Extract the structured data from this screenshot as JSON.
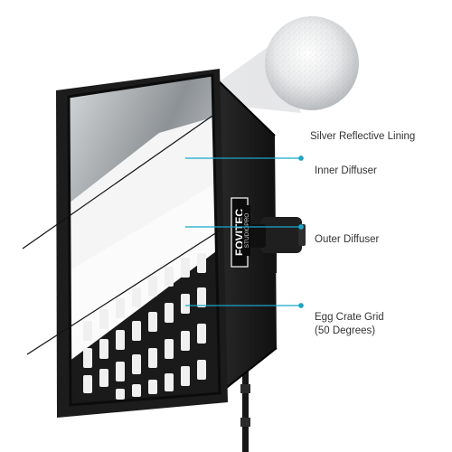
{
  "brand": {
    "name": "FOVITEC",
    "subtitle": "STUDIOPRO"
  },
  "callouts": {
    "silver_lining": "Silver Reflective Lining",
    "inner_diffuser": "Inner Diffuser",
    "outer_diffuser": "Outer Diffuser",
    "egg_crate_line1": "Egg Crate Grid",
    "egg_crate_line2": "(50 Degrees)"
  },
  "colors": {
    "leader": "#1aa6c8",
    "frame": "#1c1c1c",
    "silver": "#bfc3c6",
    "diffuser": "#fafafa",
    "grid": "#151515"
  },
  "icons": {
    "texture_zoom": "silver-fabric-magnifier-icon",
    "strobe": "studio-strobe-icon"
  }
}
